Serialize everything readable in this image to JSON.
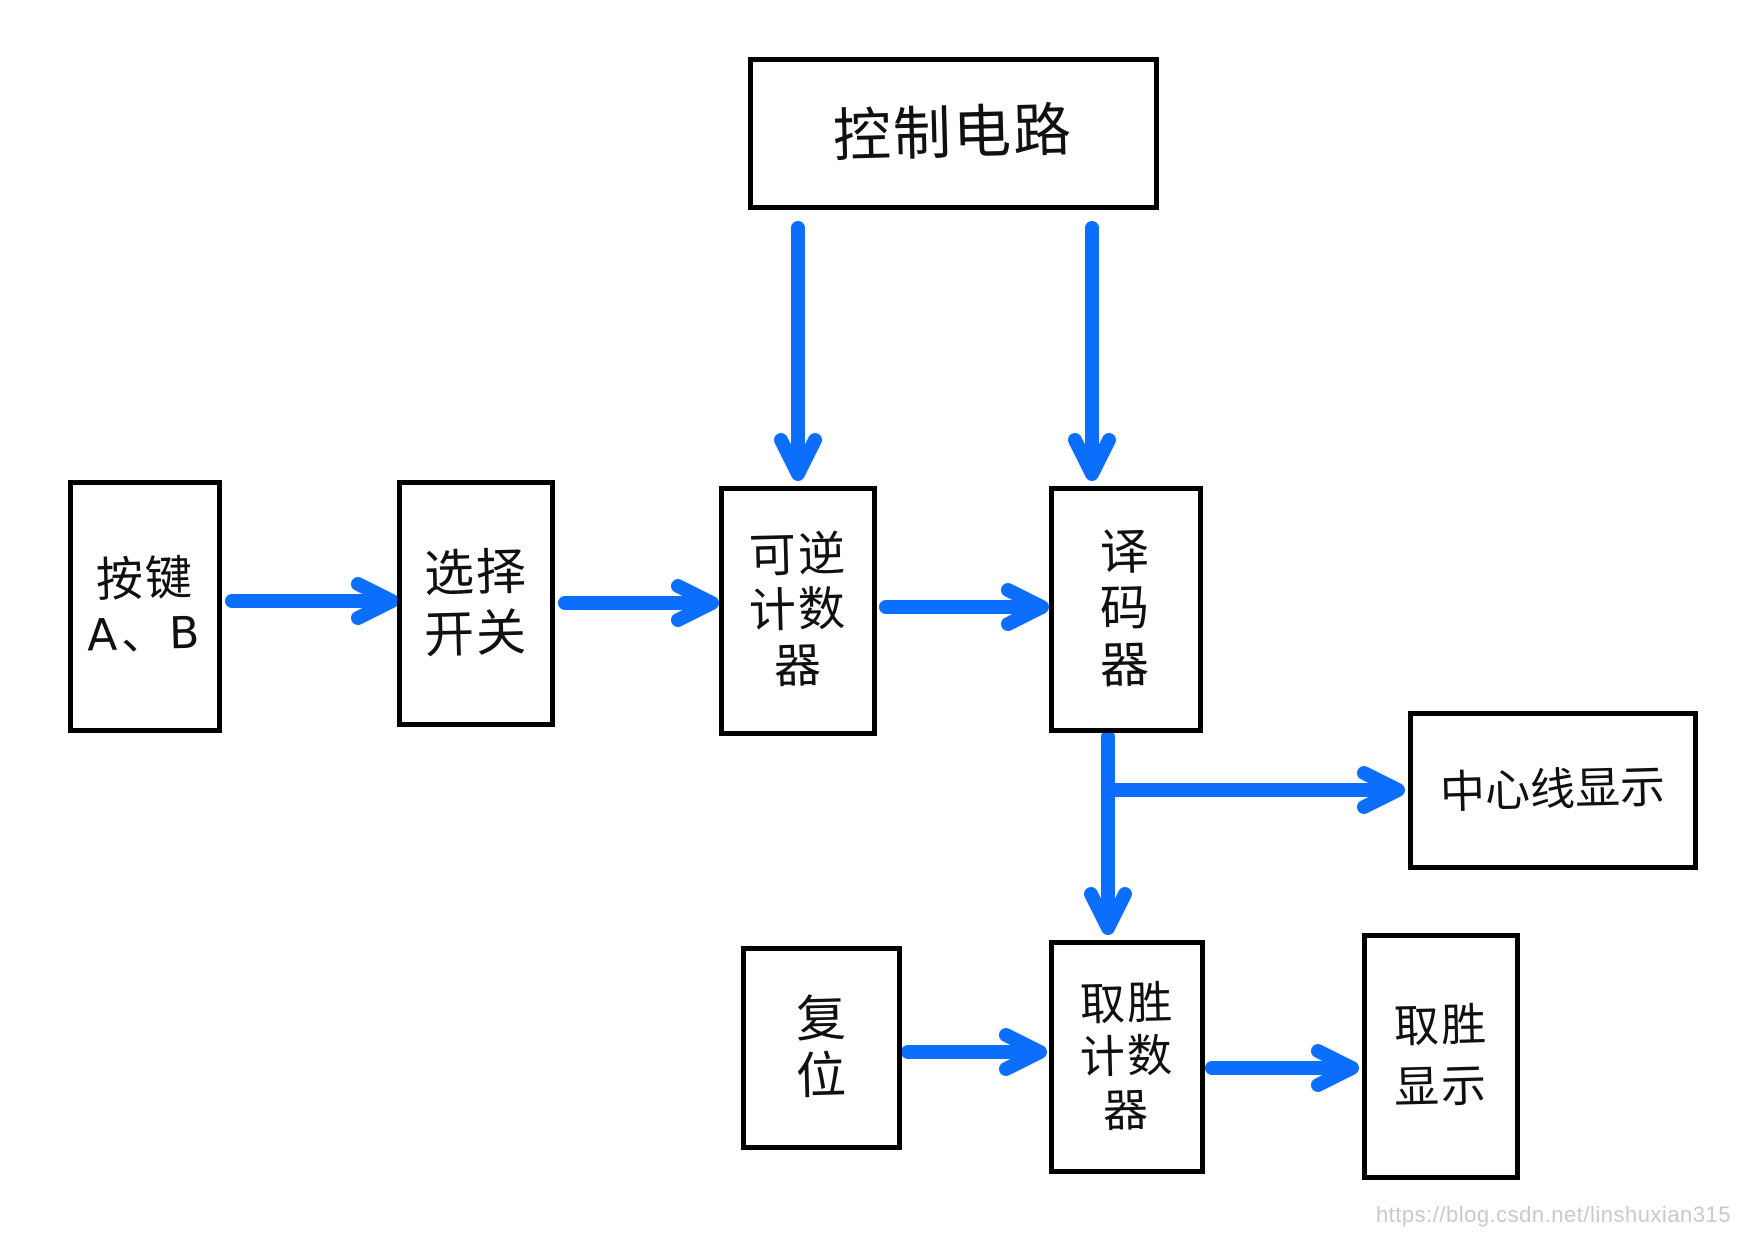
{
  "diagram": {
    "colors": {
      "arrow": "#0b6efc",
      "box_border": "#000000",
      "background": "#ffffff",
      "watermark_text": "#c9c9c9"
    },
    "nodes": {
      "control_circuit": {
        "lines": [
          "控制电路"
        ]
      },
      "key_ab": {
        "lines": [
          "按键",
          "A、B"
        ]
      },
      "select_switch": {
        "lines": [
          "选择",
          "开关"
        ]
      },
      "reversible_counter": {
        "lines": [
          "可逆",
          "计数",
          "器"
        ]
      },
      "decoder": {
        "lines": [
          "译",
          "码",
          "器"
        ]
      },
      "centerline_display": {
        "lines": [
          "中心线显示"
        ]
      },
      "reset": {
        "lines": [
          "复",
          "位"
        ]
      },
      "win_counter": {
        "lines": [
          "取胜",
          "计数",
          "器"
        ]
      },
      "win_display": {
        "lines": [
          "取胜",
          "显示"
        ]
      }
    },
    "edges": [
      {
        "from": "control_circuit",
        "to": "reversible_counter"
      },
      {
        "from": "control_circuit",
        "to": "decoder"
      },
      {
        "from": "key_ab",
        "to": "select_switch"
      },
      {
        "from": "select_switch",
        "to": "reversible_counter"
      },
      {
        "from": "reversible_counter",
        "to": "decoder"
      },
      {
        "from": "decoder",
        "to": "centerline_display"
      },
      {
        "from": "decoder",
        "to": "win_counter"
      },
      {
        "from": "reset",
        "to": "win_counter"
      },
      {
        "from": "win_counter",
        "to": "win_display"
      }
    ]
  },
  "watermark": {
    "text": "https://blog.csdn.net/linshuxian315"
  }
}
